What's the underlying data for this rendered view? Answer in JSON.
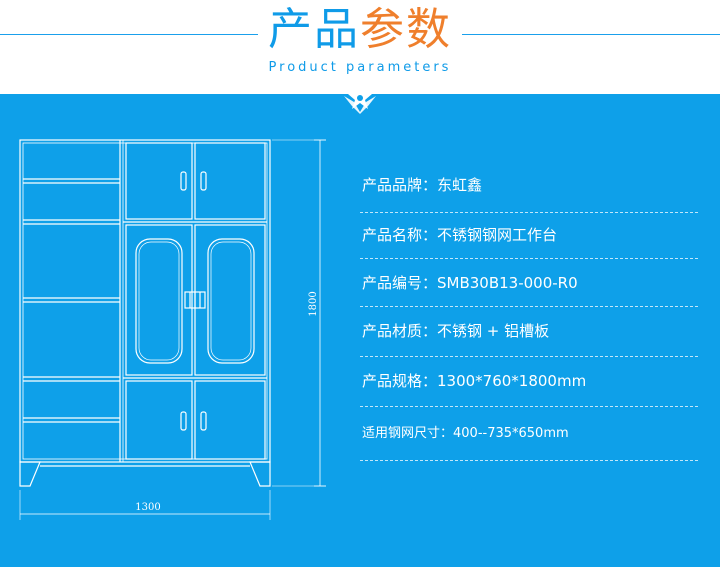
{
  "header": {
    "title_part1": "产品",
    "title_part2": "参数",
    "subtitle": "Product parameters",
    "emblem_icon": "star-crest-icon",
    "accent_blue": "#0f9be8",
    "accent_orange": "#ef7f2c"
  },
  "drawing": {
    "height_label": "1800",
    "width_label": "1300"
  },
  "specs": [
    {
      "text": "产品品牌：东虹鑫"
    },
    {
      "text": "产品名称：不锈钢钢网工作台"
    },
    {
      "text": "产品编号：SMB30B13-000-R0"
    },
    {
      "text": "产品材质：不锈钢 + 铝槽板"
    },
    {
      "text": "产品规格：1300*760*1800mm"
    },
    {
      "text": "适用钢网尺寸：400--735*650mm"
    }
  ],
  "panel_color": "#0ea0e9"
}
